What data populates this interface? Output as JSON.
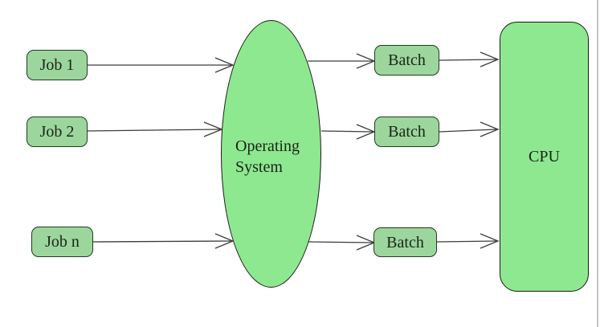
{
  "diagram": {
    "jobs": [
      {
        "label": "Job 1"
      },
      {
        "label": "Job 2"
      },
      {
        "label": "Job n"
      }
    ],
    "os": {
      "line1": "Operating",
      "line2": "System"
    },
    "batches": [
      {
        "label": "Batch"
      },
      {
        "label": "Batch"
      },
      {
        "label": "Batch"
      }
    ],
    "cpu": {
      "label": "CPU"
    },
    "colors": {
      "small_node_fill": "#9cd69c",
      "small_node_border": "#1f3b1f",
      "large_shape_fill": "#8ee88f",
      "large_shape_border": "#1a1a1a",
      "arrow_line": "#3c3c3c",
      "page_edge": "#c6c6c6"
    }
  }
}
